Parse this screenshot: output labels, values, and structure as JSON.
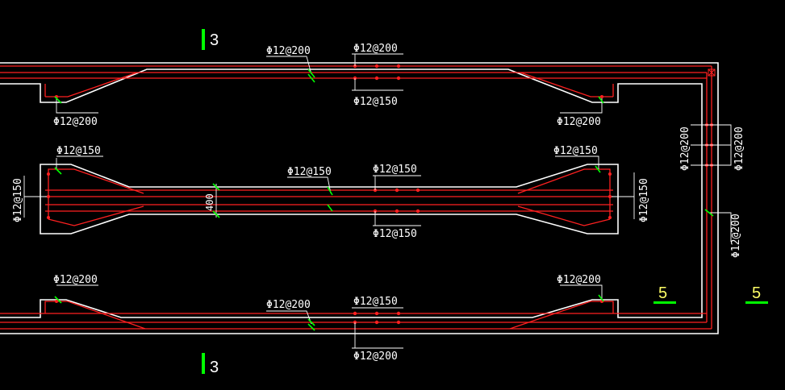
{
  "colors": {
    "background": "#000000",
    "outline": "#ffffff",
    "rebar": "#ff2020",
    "tick": "#00ff00",
    "leader": "#ffffff",
    "section_mark": "#00ff00",
    "section_num_top": "#ffffff",
    "section_num_right": "#ffff66"
  },
  "section_marks": {
    "top": "3",
    "bottom": "3",
    "right_a": "5",
    "right_b": "5"
  },
  "dimension": "400",
  "labels": {
    "top_mid_left": "Φ12@200",
    "top_mid_right_upper": "Φ12@200",
    "top_mid_right_lower": "Φ12@150",
    "top_left_haunch": "Φ12@200",
    "top_right_haunch": "Φ12@200",
    "mid_left_upper": "Φ12@150",
    "mid_left_side": "Φ12@150",
    "mid_center_left": "Φ12@150",
    "mid_center_upper": "Φ12@150",
    "mid_center_lower": "Φ12@150",
    "mid_right_upper": "Φ12@150",
    "mid_right_side": "Φ12@150",
    "bot_left_haunch": "Φ12@200",
    "bot_right_haunch": "Φ12@200",
    "bot_mid_left": "Φ12@200",
    "bot_mid_right_upper": "Φ12@150",
    "bot_mid_right_lower": "Φ12@200",
    "right_wall_left": "Φ12@200",
    "right_wall_right": "Φ12@200",
    "right_wall_lower": "Φ12@200"
  }
}
